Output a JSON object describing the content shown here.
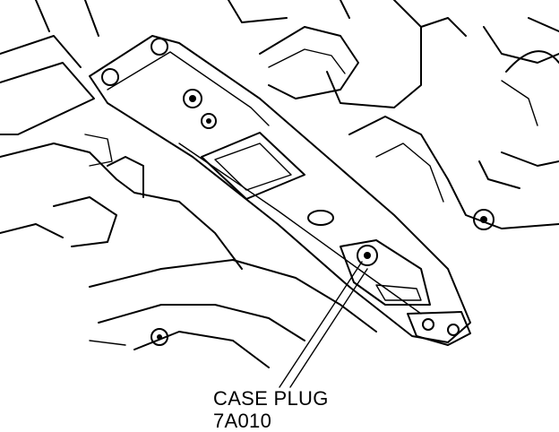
{
  "callout": {
    "name": "CASE PLUG",
    "part_number": "7A010"
  },
  "icons": [
    "transmission-crossmember-drawing",
    "case-plug-bolt-icon",
    "leader-line"
  ]
}
